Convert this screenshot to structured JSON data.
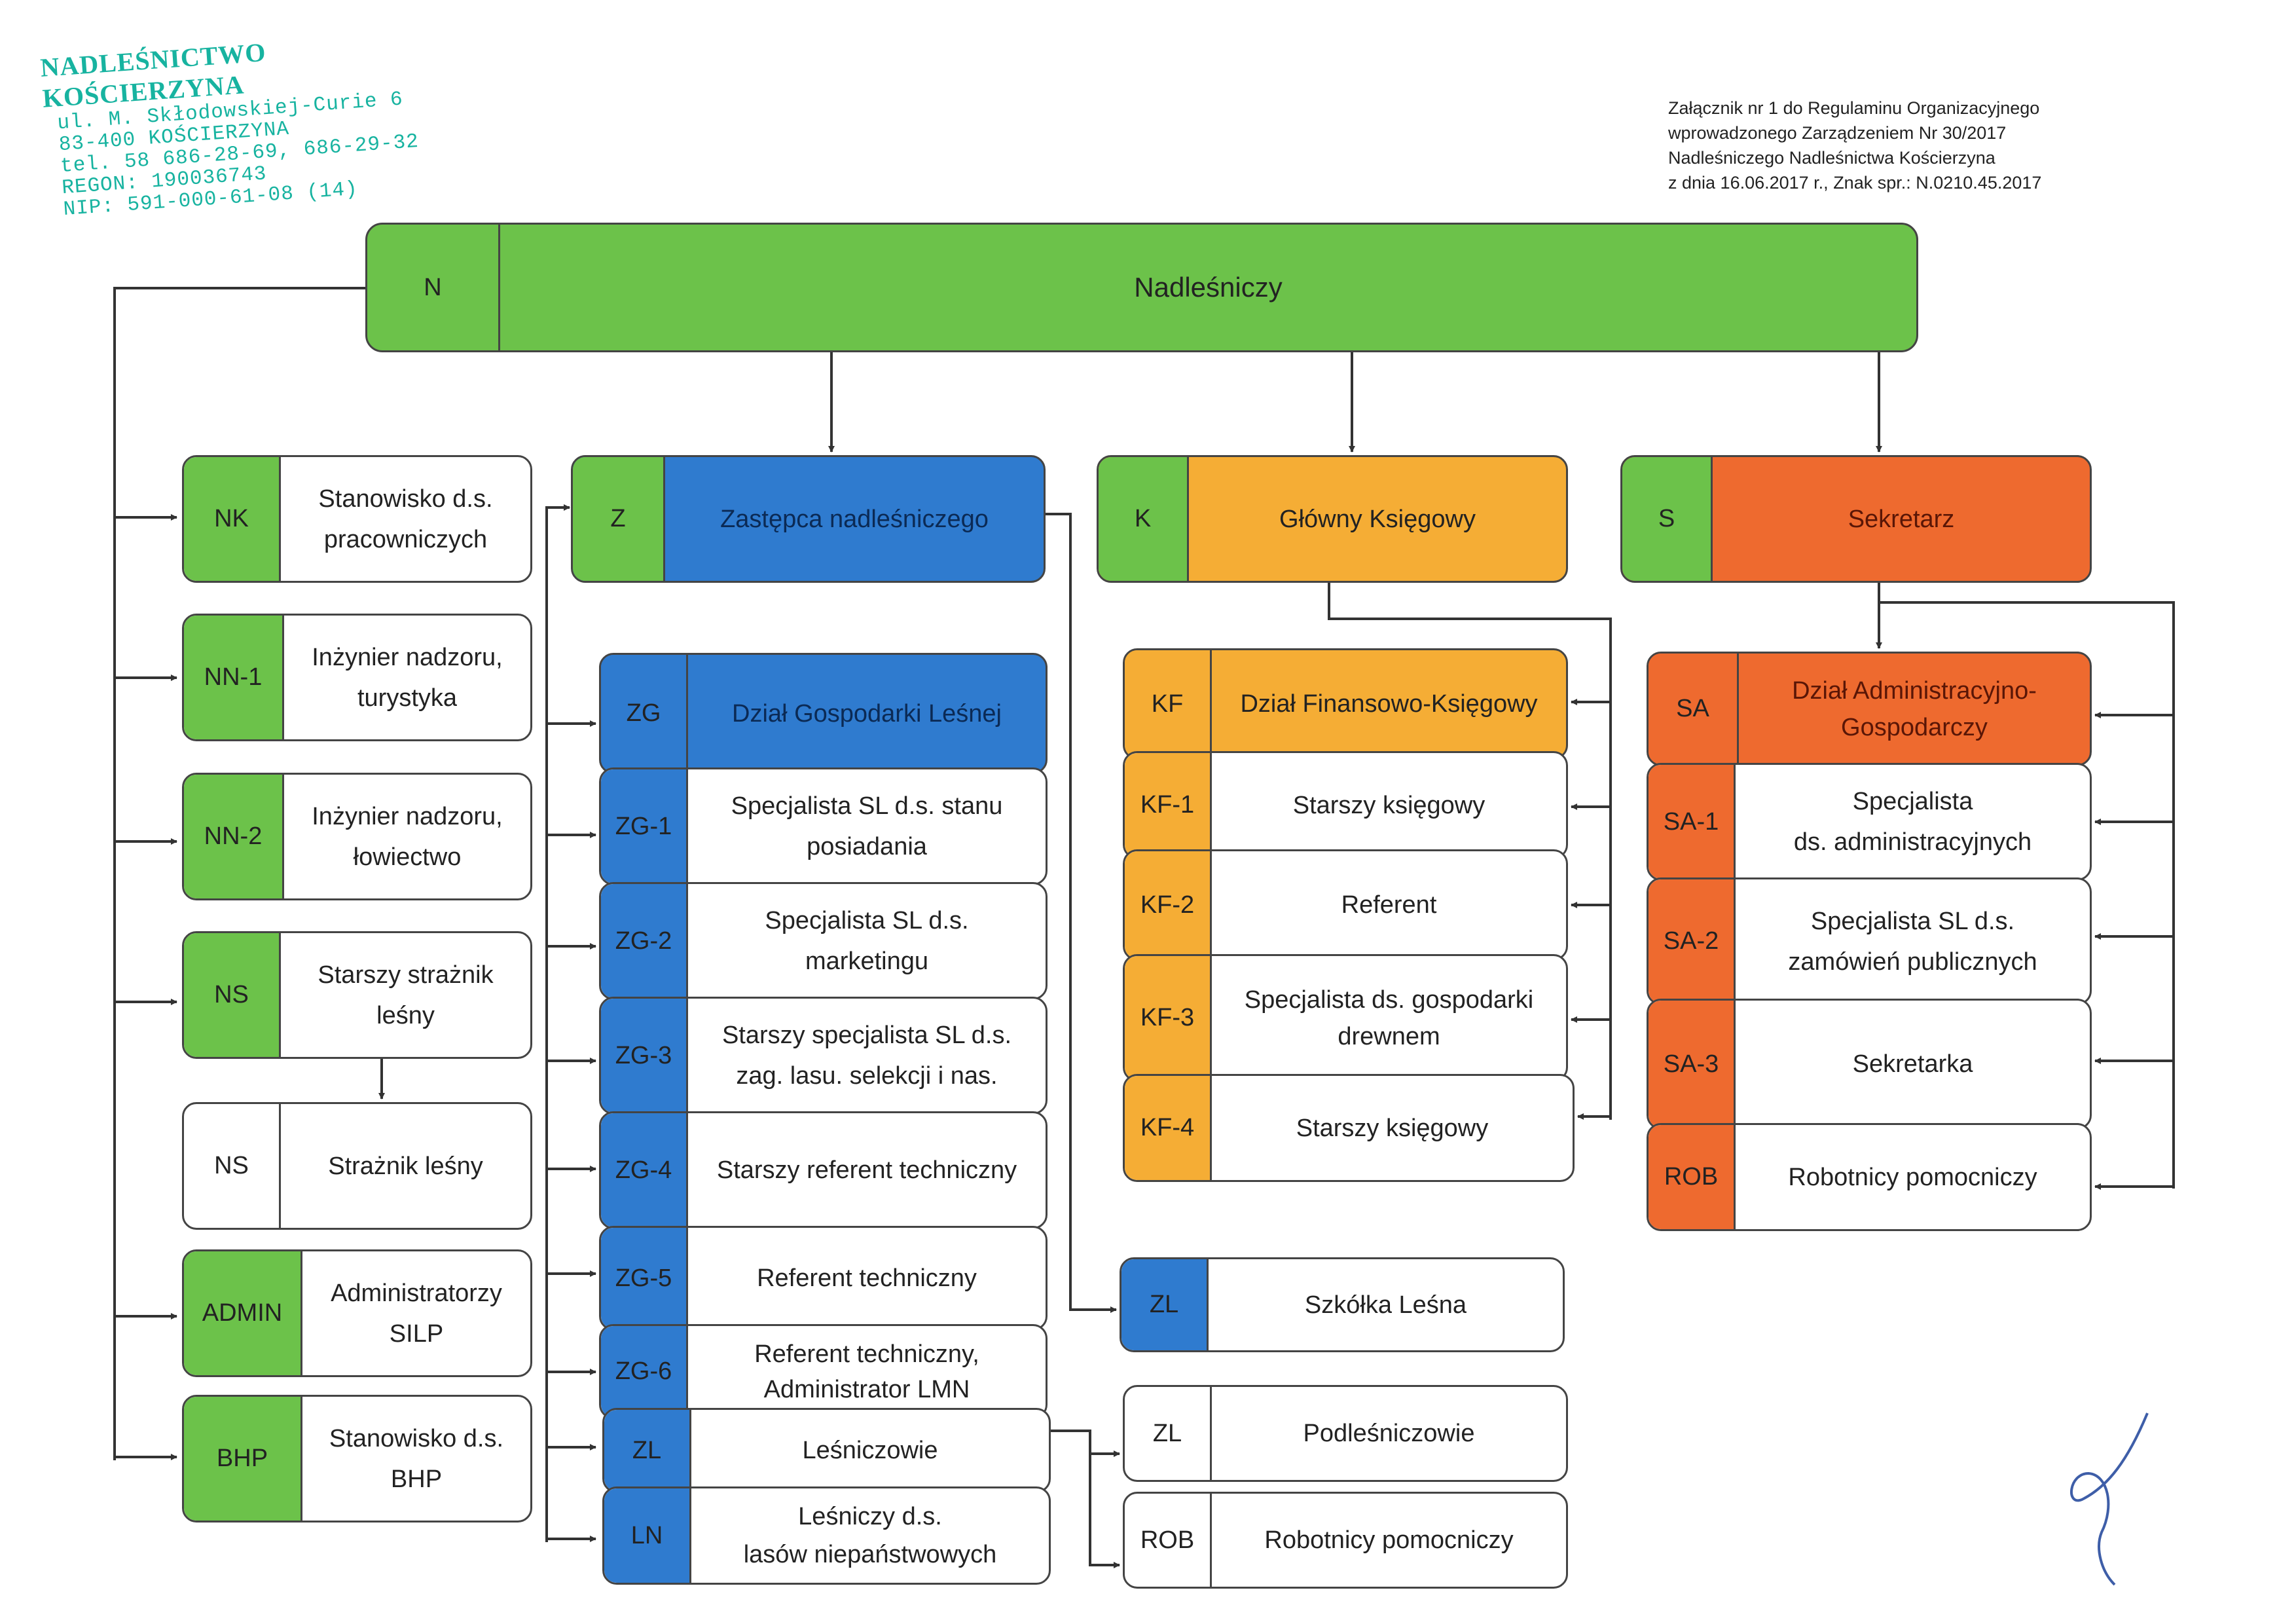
{
  "stamp": {
    "title": "NADLEŚNICTWO KOŚCIERZYNA",
    "lines": [
      "ul. M. Skłodowskiej-Curie 6",
      "83-400 KOŚCIERZYNA",
      "tel. 58 686-28-69, 686-29-32",
      "REGON: 190036743",
      "NIP: 591-000-61-08 (14)"
    ]
  },
  "header_note": {
    "lines": [
      "Załącznik nr 1 do Regulaminu Organizacyjnego",
      "wprowadzonego Zarządzeniem Nr 30/2017",
      "Nadleśniczego Nadleśnictwa Kościerzyna",
      "z dnia 16.06.2017 r., Znak spr.: N.0210.45.2017"
    ]
  },
  "colors": {
    "green": "#6cc24a",
    "blue": "#2f7bcf",
    "orange": "#f5ad35",
    "red": "#ee6a2f"
  },
  "org": {
    "top": {
      "code": "N",
      "label": "Nadleśniczy"
    },
    "left_column": [
      {
        "code": "NK",
        "line1": "Stanowisko d.s.",
        "line2": "pracowniczych"
      },
      {
        "code": "NN-1",
        "line1": "Inżynier nadzoru,",
        "line2": "turystyka"
      },
      {
        "code": "NN-2",
        "line1": "Inżynier nadzoru,",
        "line2": "łowiectwo"
      },
      {
        "code": "NS",
        "line1": "Starszy strażnik",
        "line2": "leśny"
      },
      {
        "code": "NS",
        "line1": "Strażnik leśny"
      },
      {
        "code": "ADMIN",
        "line1": "Administratorzy",
        "line2": "SILP"
      },
      {
        "code": "BHP",
        "line1": "Stanowisko d.s.",
        "line2": "BHP"
      }
    ],
    "deputy": {
      "code": "Z",
      "label": "Zastępca nadleśniczego"
    },
    "forestry_dept": {
      "code": "ZG",
      "label": "Dział Gospodarki Leśnej"
    },
    "forestry_items": [
      {
        "code": "ZG-1",
        "line1": "Specjalista SL d.s. stanu",
        "line2": "posiadania"
      },
      {
        "code": "ZG-2",
        "line1": "Specjalista SL d.s.",
        "line2": "marketingu"
      },
      {
        "code": "ZG-3",
        "line1": "Starszy specjalista SL d.s.",
        "line2": "zag. lasu. selekcji i nas."
      },
      {
        "code": "ZG-4",
        "line1": "Starszy referent techniczny"
      },
      {
        "code": "ZG-5",
        "line1": "Referent techniczny"
      },
      {
        "code": "ZG-6",
        "line1": "Referent techniczny,",
        "line2": "Administrator LMN"
      },
      {
        "code": "ZL",
        "line1": "Leśniczowie"
      },
      {
        "code": "LN",
        "line1": "Leśniczy d.s.",
        "line2": "lasów niepaństwowych"
      }
    ],
    "chief_accountant": {
      "code": "K",
      "label": "Główny Księgowy"
    },
    "finance_dept": {
      "code": "KF",
      "label": "Dział Finansowo-Księgowy"
    },
    "finance_items": [
      {
        "code": "KF-1",
        "line1": "Starszy księgowy"
      },
      {
        "code": "KF-2",
        "line1": "Referent"
      },
      {
        "code": "KF-3",
        "line1": "Specjalista ds. gospodarki",
        "line2": "drewnem"
      },
      {
        "code": "KF-4",
        "line1": "Starszy księgowy"
      }
    ],
    "nursery": {
      "code": "ZL",
      "label": "Szkółka Leśna"
    },
    "subforesters": {
      "code": "ZL",
      "label": "Podleśniczowie"
    },
    "forest_workers": {
      "code": "ROB",
      "label": "Robotnicy pomocniczy"
    },
    "secretary": {
      "code": "S",
      "label": "Sekretarz"
    },
    "admin_dept": {
      "code": "SA",
      "line1": "Dział Administracyjno-",
      "line2": "Gospodarczy"
    },
    "admin_items": [
      {
        "code": "SA-1",
        "line1": "Specjalista",
        "line2": "ds. administracyjnych"
      },
      {
        "code": "SA-2",
        "line1": "Specjalista SL d.s.",
        "line2": "zamówień publicznych"
      },
      {
        "code": "SA-3",
        "line1": "Sekretarka"
      },
      {
        "code": "ROB",
        "line1": "Robotnicy pomocniczy"
      }
    ]
  }
}
